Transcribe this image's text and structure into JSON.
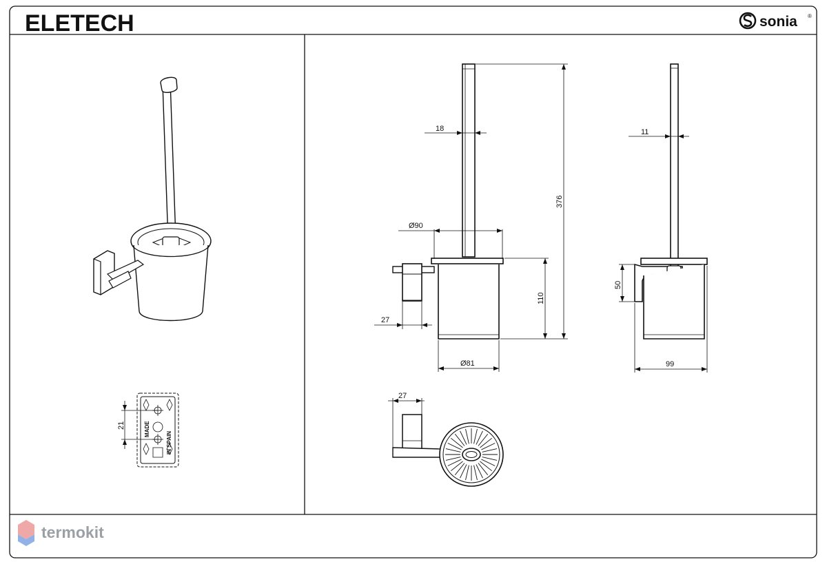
{
  "header": {
    "title": "ELETECH",
    "brand": "sonia",
    "brand_mark": "®"
  },
  "drawing": {
    "front_view": {
      "rod_width": "18",
      "cup_top_diameter": "Ø90",
      "cup_bottom_diameter": "Ø81",
      "cup_height": "110",
      "overall_height": "376",
      "wall_offset": "27"
    },
    "side_view": {
      "rod_width": "11",
      "bracket_height": "50",
      "depth": "99"
    },
    "top_view": {
      "bracket_width": "27"
    },
    "wall_plate": {
      "hole_spacing": "21",
      "stamp_line_1": "MADE",
      "stamp_line_2": "IN SPAIN"
    }
  },
  "watermark": {
    "text": "termokit",
    "colors": [
      "#e85d5d",
      "#5b8ad8"
    ]
  }
}
